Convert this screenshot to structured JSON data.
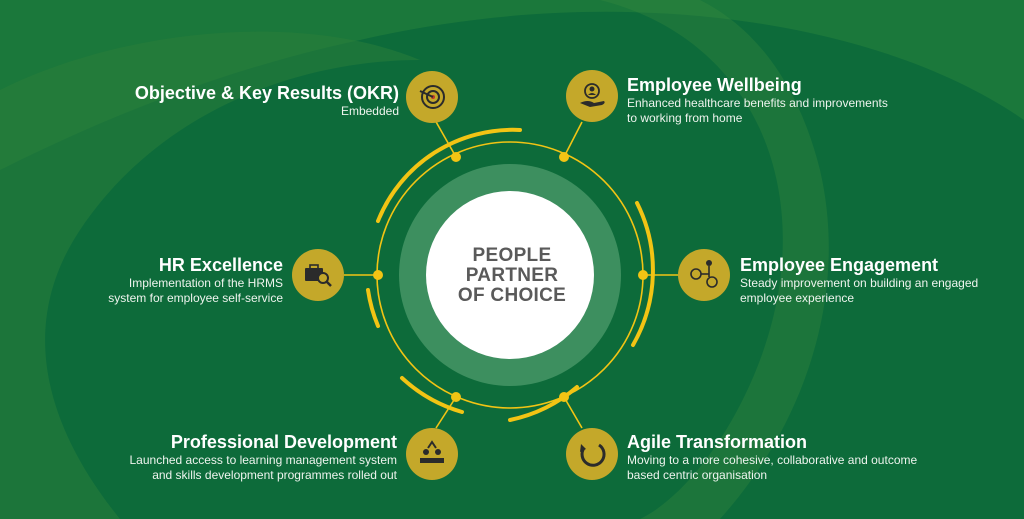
{
  "center": {
    "lines": [
      "PEOPLE",
      "PARTNER",
      "OF CHOICE"
    ]
  },
  "items": [
    {
      "title": "Objective & Key Results (OKR)",
      "desc": [
        "Embedded"
      ],
      "icon": "target-icon"
    },
    {
      "title": "Employee Wellbeing",
      "desc": [
        "Enhanced healthcare benefits and improvements",
        "to working from home"
      ],
      "icon": "hand-heart-person-icon"
    },
    {
      "title": "HR Excellence",
      "desc": [
        "Implementation of the HRMS",
        "system for employee self-service"
      ],
      "icon": "briefcase-search-icon"
    },
    {
      "title": "Employee Engagement",
      "desc": [
        "Steady improvement on building an engaged",
        "employee experience"
      ],
      "icon": "network-people-icon"
    },
    {
      "title": "Professional Development",
      "desc": [
        "Launched access to learning management system",
        "and skills development programmes rolled out"
      ],
      "icon": "growth-people-icon"
    },
    {
      "title": "Agile Transformation",
      "desc": [
        "Moving to a more cohesive, collaborative and outcome",
        "based centric organisation"
      ],
      "icon": "circular-arrows-icon"
    }
  ],
  "colors": {
    "background": "#0d6b3a",
    "swoosh": "#2f7f3a",
    "accent": "#f2c414",
    "badge": "#c4a82a",
    "ring": "#3d8f5f",
    "center_fill": "#ffffff",
    "center_text": "#5a5a5a"
  }
}
